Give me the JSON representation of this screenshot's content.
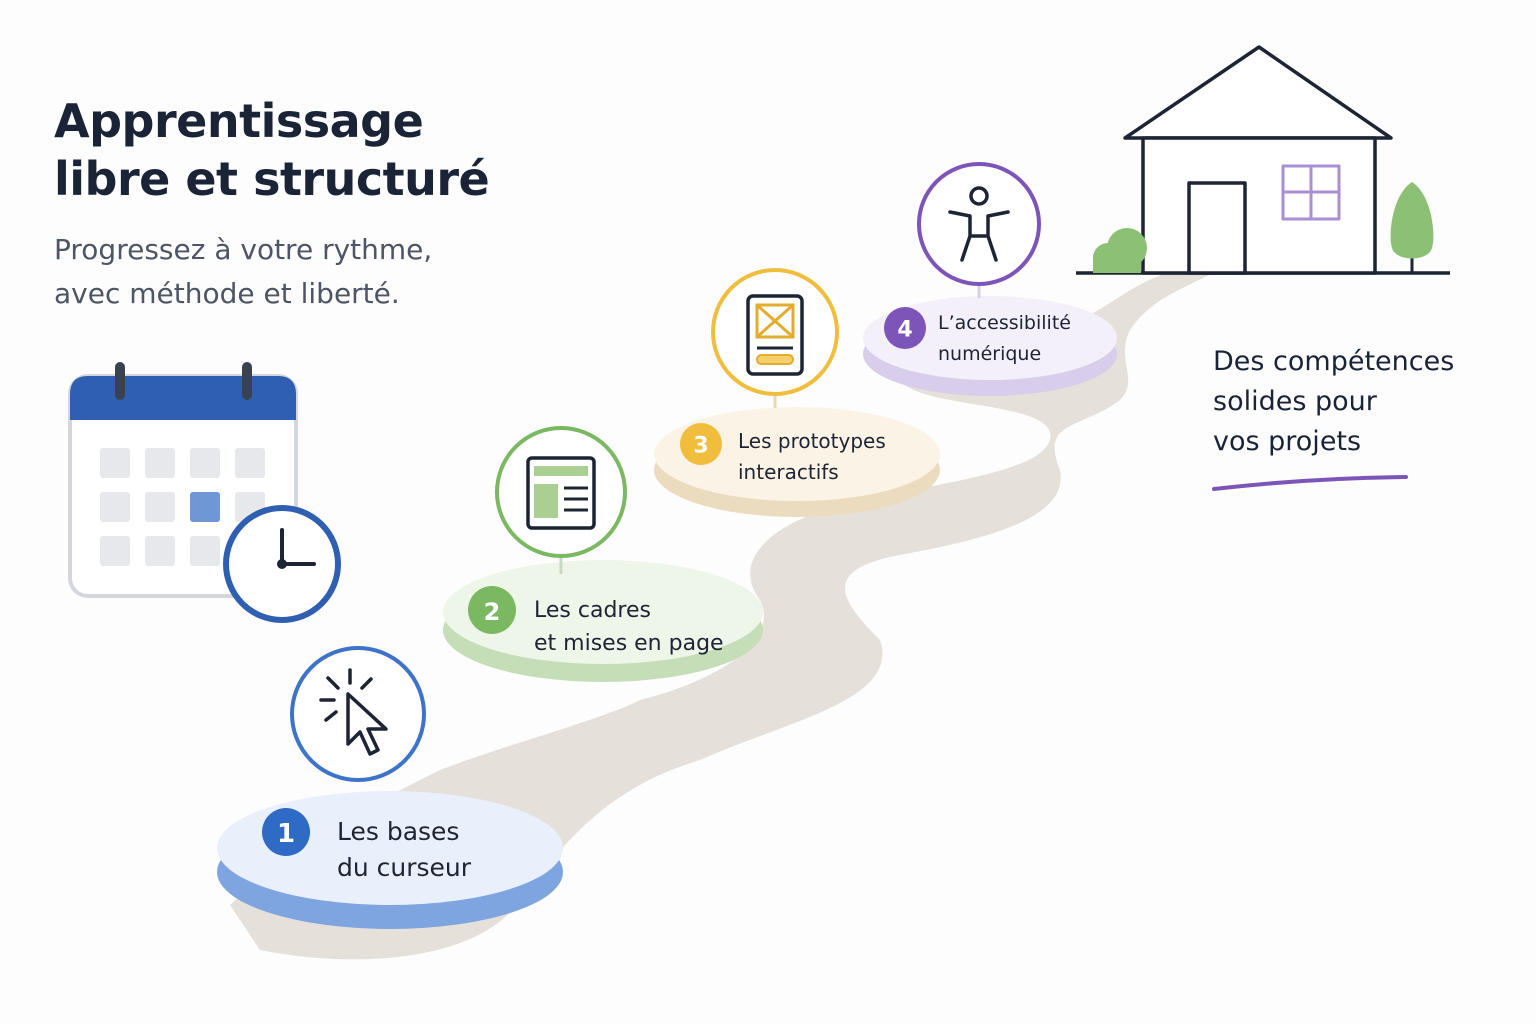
{
  "heading": {
    "line1": "Apprentissage",
    "line2": "libre et structuré"
  },
  "subheading": {
    "line1": "Progressez à votre rythme,",
    "line2": "avec méthode et liberté."
  },
  "steps": [
    {
      "number": "1",
      "line1": "Les bases",
      "line2": "du curseur",
      "icon": "cursor-click-icon",
      "color": "#2f6bc4"
    },
    {
      "number": "2",
      "line1": "Les cadres",
      "line2": "et mises en page",
      "icon": "layout-frame-icon",
      "color": "#7bb862"
    },
    {
      "number": "3",
      "line1": "Les prototypes",
      "line2": "interactifs",
      "icon": "prototype-screen-icon",
      "color": "#f0bd3c"
    },
    {
      "number": "4",
      "line1": "L’accessibilité",
      "line2": "numérique",
      "icon": "accessibility-person-icon",
      "color": "#7d55b8"
    }
  ],
  "goal": {
    "line1": "Des compétences",
    "line2": "solides pour",
    "line3": "vos projets",
    "underline_color": "#7d55b8",
    "icon": "house-icon"
  },
  "illustration": {
    "calendar_icon": "calendar-icon",
    "clock_icon": "clock-icon",
    "calendar_accent": "#2f5fb1"
  }
}
